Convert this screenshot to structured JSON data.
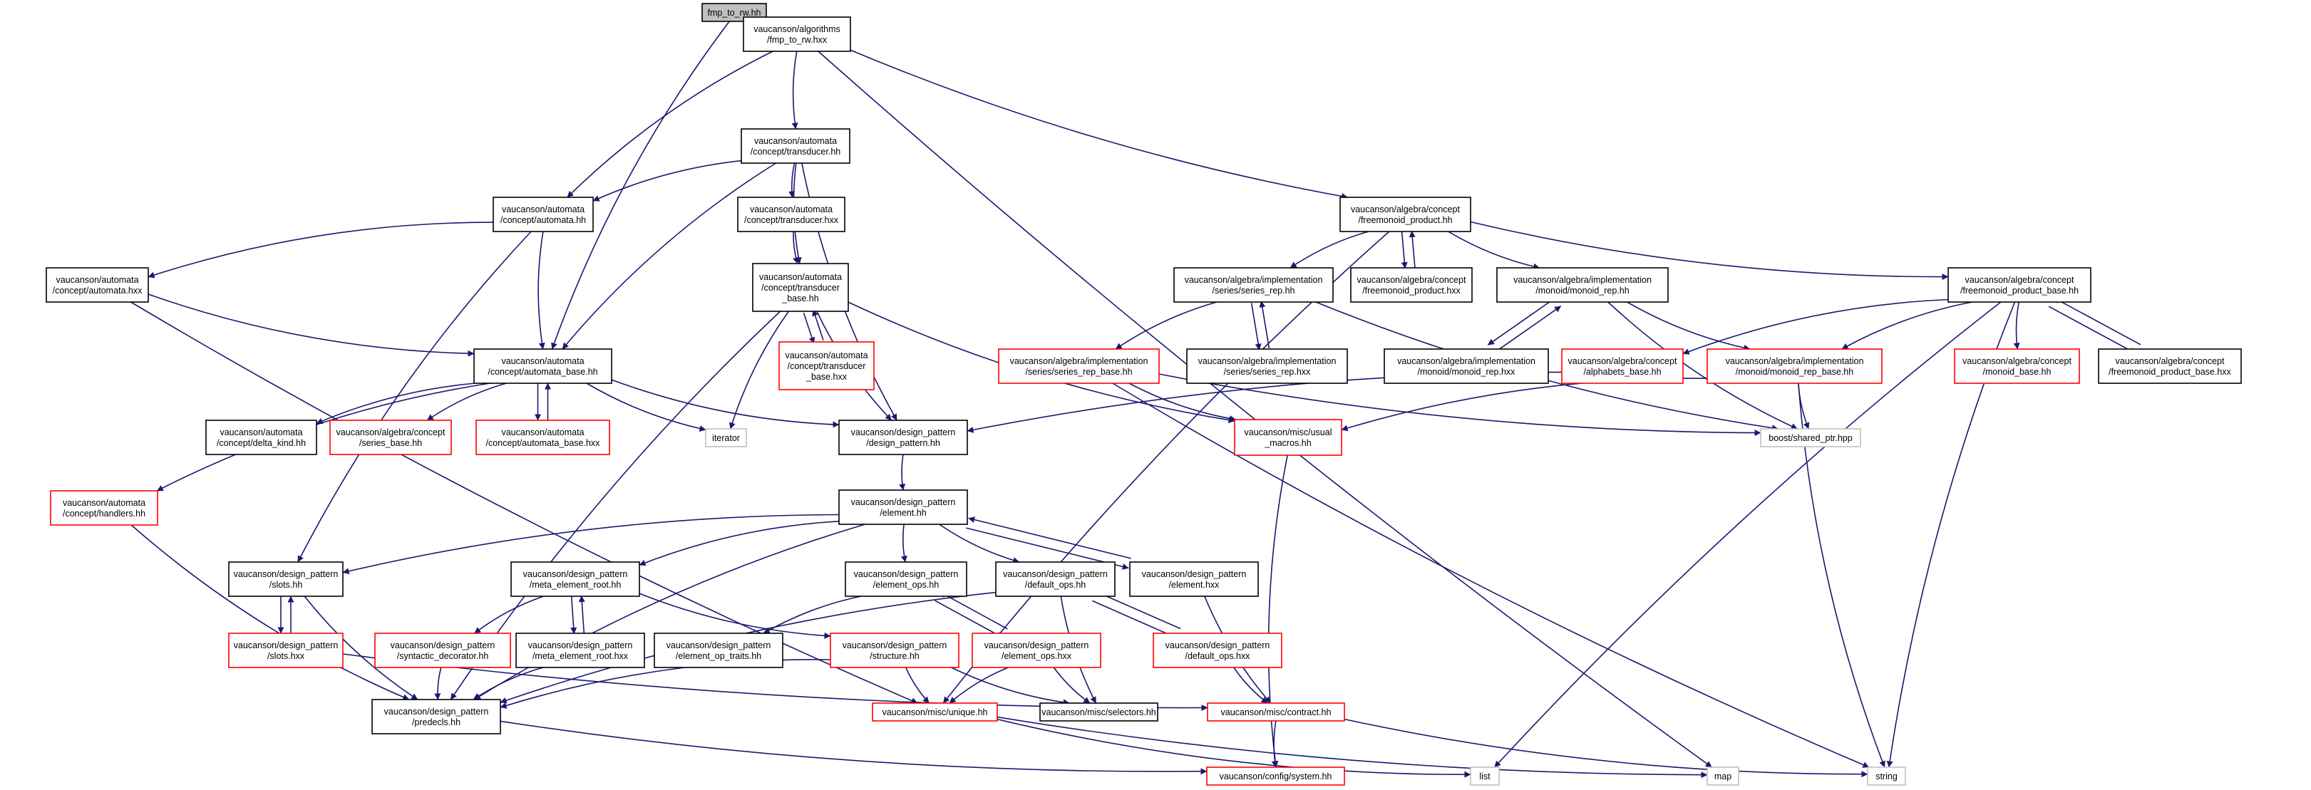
{
  "nodes": [
    {
      "id": "fmp_to_rw_hh",
      "lines": [
        "fmp_to_rw.hh"
      ],
      "style": "root"
    },
    {
      "id": "alg_fmp_hxx",
      "lines": [
        "vaucanson/algorithms",
        "/fmp_to_rw.hxx"
      ],
      "style": "normal"
    },
    {
      "id": "transducer_hh",
      "lines": [
        "vaucanson/automata",
        "/concept/transducer.hh"
      ],
      "style": "normal"
    },
    {
      "id": "automata_hh",
      "lines": [
        "vaucanson/automata",
        "/concept/automata.hh"
      ],
      "style": "normal"
    },
    {
      "id": "transducer_hxx",
      "lines": [
        "vaucanson/automata",
        "/concept/transducer.hxx"
      ],
      "style": "normal"
    },
    {
      "id": "automata_hxx",
      "lines": [
        "vaucanson/automata",
        "/concept/automata.hxx"
      ],
      "style": "normal"
    },
    {
      "id": "transducer_base_hh",
      "lines": [
        "vaucanson/automata",
        "/concept/transducer",
        "_base.hh"
      ],
      "style": "normal"
    },
    {
      "id": "transducer_base_hxx",
      "lines": [
        "vaucanson/automata",
        "/concept/transducer",
        "_base.hxx"
      ],
      "style": "red"
    },
    {
      "id": "automata_base_hh",
      "lines": [
        "vaucanson/automata",
        "/concept/automata_base.hh"
      ],
      "style": "normal"
    },
    {
      "id": "delta_kind_hh",
      "lines": [
        "vaucanson/automata",
        "/concept/delta_kind.hh"
      ],
      "style": "normal"
    },
    {
      "id": "series_base_hh",
      "lines": [
        "vaucanson/algebra/concept",
        "/series_base.hh"
      ],
      "style": "red"
    },
    {
      "id": "automata_base_hxx",
      "lines": [
        "vaucanson/automata",
        "/concept/automata_base.hxx"
      ],
      "style": "red"
    },
    {
      "id": "iterator",
      "lines": [
        "iterator"
      ],
      "style": "gray"
    },
    {
      "id": "dp_design_pattern_hh",
      "lines": [
        "vaucanson/design_pattern",
        "/design_pattern.hh"
      ],
      "style": "normal"
    },
    {
      "id": "handlers_hh",
      "lines": [
        "vaucanson/automata",
        "/concept/handlers.hh"
      ],
      "style": "red"
    },
    {
      "id": "element_hh",
      "lines": [
        "vaucanson/design_pattern",
        "/element.hh"
      ],
      "style": "normal"
    },
    {
      "id": "slots_hh",
      "lines": [
        "vaucanson/design_pattern",
        "/slots.hh"
      ],
      "style": "normal"
    },
    {
      "id": "slots_hxx",
      "lines": [
        "vaucanson/design_pattern",
        "/slots.hxx"
      ],
      "style": "red"
    },
    {
      "id": "meta_element_root_hh",
      "lines": [
        "vaucanson/design_pattern",
        "/meta_element_root.hh"
      ],
      "style": "normal"
    },
    {
      "id": "syntactic_decorator_hh",
      "lines": [
        "vaucanson/design_pattern",
        "/syntactic_decorator.hh"
      ],
      "style": "red"
    },
    {
      "id": "meta_element_root_hxx",
      "lines": [
        "vaucanson/design_pattern",
        "/meta_element_root.hxx"
      ],
      "style": "normal"
    },
    {
      "id": "predecls_hh",
      "lines": [
        "vaucanson/design_pattern",
        "/predecls.hh"
      ],
      "style": "normal"
    },
    {
      "id": "element_ops_hh",
      "lines": [
        "vaucanson/design_pattern",
        "/element_ops.hh"
      ],
      "style": "normal"
    },
    {
      "id": "default_ops_hh",
      "lines": [
        "vaucanson/design_pattern",
        "/default_ops.hh"
      ],
      "style": "normal"
    },
    {
      "id": "element_hxx",
      "lines": [
        "vaucanson/design_pattern",
        "/element.hxx"
      ],
      "style": "normal"
    },
    {
      "id": "element_op_traits_hh",
      "lines": [
        "vaucanson/design_pattern",
        "/element_op_traits.hh"
      ],
      "style": "normal"
    },
    {
      "id": "structure_hh",
      "lines": [
        "vaucanson/design_pattern",
        "/structure.hh"
      ],
      "style": "red"
    },
    {
      "id": "element_ops_hxx",
      "lines": [
        "vaucanson/design_pattern",
        "/element_ops.hxx"
      ],
      "style": "red"
    },
    {
      "id": "default_ops_hxx",
      "lines": [
        "vaucanson/design_pattern",
        "/default_ops.hxx"
      ],
      "style": "red"
    },
    {
      "id": "unique_hh",
      "lines": [
        "vaucanson/misc/unique.hh"
      ],
      "style": "red"
    },
    {
      "id": "selectors_hh",
      "lines": [
        "vaucanson/misc/selectors.hh"
      ],
      "style": "normal"
    },
    {
      "id": "contract_hh",
      "lines": [
        "vaucanson/misc/contract.hh"
      ],
      "style": "red"
    },
    {
      "id": "system_hh",
      "lines": [
        "vaucanson/config/system.hh"
      ],
      "style": "red"
    },
    {
      "id": "list",
      "lines": [
        "list"
      ],
      "style": "gray"
    },
    {
      "id": "map",
      "lines": [
        "map"
      ],
      "style": "gray"
    },
    {
      "id": "string",
      "lines": [
        "string"
      ],
      "style": "gray"
    },
    {
      "id": "freemonoid_product_hh",
      "lines": [
        "vaucanson/algebra/concept",
        "/freemonoid_product.hh"
      ],
      "style": "normal"
    },
    {
      "id": "series_rep_hh",
      "lines": [
        "vaucanson/algebra/implementation",
        "/series/series_rep.hh"
      ],
      "style": "normal"
    },
    {
      "id": "freemonoid_product_hxx",
      "lines": [
        "vaucanson/algebra/concept",
        "/freemonoid_product.hxx"
      ],
      "style": "normal"
    },
    {
      "id": "monoid_rep_hh",
      "lines": [
        "vaucanson/algebra/implementation",
        "/monoid/monoid_rep.hh"
      ],
      "style": "normal"
    },
    {
      "id": "freemonoid_product_base_hh",
      "lines": [
        "vaucanson/algebra/concept",
        "/freemonoid_product_base.hh"
      ],
      "style": "normal"
    },
    {
      "id": "series_rep_base_hh",
      "lines": [
        "vaucanson/algebra/implementation",
        "/series/series_rep_base.hh"
      ],
      "style": "red"
    },
    {
      "id": "series_rep_hxx",
      "lines": [
        "vaucanson/algebra/implementation",
        "/series/series_rep.hxx"
      ],
      "style": "normal"
    },
    {
      "id": "monoid_rep_hxx",
      "lines": [
        "vaucanson/algebra/implementation",
        "/monoid/monoid_rep.hxx"
      ],
      "style": "normal"
    },
    {
      "id": "alphabets_base_hh",
      "lines": [
        "vaucanson/algebra/concept",
        "/alphabets_base.hh"
      ],
      "style": "red"
    },
    {
      "id": "monoid_rep_base_hh",
      "lines": [
        "vaucanson/algebra/implementation",
        "/monoid/monoid_rep_base.hh"
      ],
      "style": "red"
    },
    {
      "id": "monoid_base_hh",
      "lines": [
        "vaucanson/algebra/concept",
        "/monoid_base.hh"
      ],
      "style": "red"
    },
    {
      "id": "freemonoid_product_base_hxx",
      "lines": [
        "vaucanson/algebra/concept",
        "/freemonoid_product_base.hxx"
      ],
      "style": "normal"
    },
    {
      "id": "usual_macros_hh",
      "lines": [
        "vaucanson/misc/usual",
        "_macros.hh"
      ],
      "style": "red"
    },
    {
      "id": "shared_ptr_hpp",
      "lines": [
        "boost/shared_ptr.hpp"
      ],
      "style": "gray"
    }
  ],
  "edges": [
    [
      "fmp_to_rw_hh",
      "alg_fmp_hxx"
    ],
    [
      "fmp_to_rw_hh",
      "automata_base_hh"
    ],
    [
      "alg_fmp_hxx",
      "automata_hh"
    ],
    [
      "alg_fmp_hxx",
      "transducer_hh"
    ],
    [
      "alg_fmp_hxx",
      "freemonoid_product_hh"
    ],
    [
      "alg_fmp_hxx",
      "map"
    ],
    [
      "transducer_hh",
      "automata_hh"
    ],
    [
      "transducer_hh",
      "transducer_hxx"
    ],
    [
      "transducer_hh",
      "transducer_base_hh"
    ],
    [
      "transducer_hh",
      "automata_base_hh"
    ],
    [
      "transducer_hh",
      "dp_design_pattern_hh"
    ],
    [
      "automata_hh",
      "automata_hxx"
    ],
    [
      "automata_hh",
      "automata_base_hh"
    ],
    [
      "automata_hh",
      "slots_hh"
    ],
    [
      "transducer_hxx",
      "transducer_base_hh"
    ],
    [
      "automata_hxx",
      "automata_base_hh"
    ],
    [
      "automata_hxx",
      "unique_hh"
    ],
    [
      "transducer_base_hh",
      "transducer_base_hxx"
    ],
    [
      "transducer_base_hxx",
      "transducer_base_hh"
    ],
    [
      "transducer_base_hh",
      "iterator"
    ],
    [
      "transducer_base_hh",
      "dp_design_pattern_hh"
    ],
    [
      "transducer_base_hh",
      "predecls_hh"
    ],
    [
      "transducer_base_hh",
      "usual_macros_hh"
    ],
    [
      "automata_base_hh",
      "delta_kind_hh"
    ],
    [
      "automata_base_hh",
      "series_base_hh"
    ],
    [
      "automata_base_hh",
      "automata_base_hxx"
    ],
    [
      "automata_base_hxx",
      "automata_base_hh"
    ],
    [
      "automata_base_hh",
      "iterator"
    ],
    [
      "automata_base_hh",
      "dp_design_pattern_hh"
    ],
    [
      "automata_base_hh",
      "handlers_hh"
    ],
    [
      "handlers_hh",
      "predecls_hh"
    ],
    [
      "dp_design_pattern_hh",
      "element_hh"
    ],
    [
      "element_hh",
      "slots_hh"
    ],
    [
      "element_hh",
      "meta_element_root_hh"
    ],
    [
      "element_hh",
      "element_ops_hh"
    ],
    [
      "element_hh",
      "default_ops_hh"
    ],
    [
      "element_hh",
      "element_hxx"
    ],
    [
      "element_hxx",
      "element_hh"
    ],
    [
      "element_hh",
      "predecls_hh"
    ],
    [
      "slots_hh",
      "slots_hxx"
    ],
    [
      "slots_hxx",
      "slots_hh"
    ],
    [
      "slots_hh",
      "predecls_hh"
    ],
    [
      "slots_hxx",
      "contract_hh"
    ],
    [
      "meta_element_root_hh",
      "syntactic_decorator_hh"
    ],
    [
      "meta_element_root_hh",
      "meta_element_root_hxx"
    ],
    [
      "meta_element_root_hxx",
      "meta_element_root_hh"
    ],
    [
      "meta_element_root_hh",
      "structure_hh"
    ],
    [
      "syntactic_decorator_hh",
      "predecls_hh"
    ],
    [
      "meta_element_root_hxx",
      "predecls_hh"
    ],
    [
      "element_ops_hh",
      "element_op_traits_hh"
    ],
    [
      "element_ops_hh",
      "element_ops_hxx"
    ],
    [
      "element_ops_hxx",
      "element_ops_hh"
    ],
    [
      "default_ops_hh",
      "default_ops_hxx"
    ],
    [
      "default_ops_hxx",
      "default_ops_hh"
    ],
    [
      "default_ops_hh",
      "selectors_hh"
    ],
    [
      "default_ops_hh",
      "predecls_hh"
    ],
    [
      "element_hxx",
      "contract_hh"
    ],
    [
      "structure_hh",
      "unique_hh"
    ],
    [
      "structure_hh",
      "predecls_hh"
    ],
    [
      "structure_hh",
      "selectors_hh"
    ],
    [
      "element_ops_hxx",
      "unique_hh"
    ],
    [
      "element_ops_hxx",
      "selectors_hh"
    ],
    [
      "default_ops_hxx",
      "contract_hh"
    ],
    [
      "predecls_hh",
      "system_hh"
    ],
    [
      "unique_hh",
      "list"
    ],
    [
      "unique_hh",
      "map"
    ],
    [
      "contract_hh",
      "system_hh"
    ],
    [
      "contract_hh",
      "string"
    ],
    [
      "usual_macros_hh",
      "system_hh"
    ],
    [
      "freemonoid_product_hh",
      "series_rep_hh"
    ],
    [
      "freemonoid_product_hh",
      "freemonoid_product_hxx"
    ],
    [
      "freemonoid_product_hxx",
      "freemonoid_product_hh"
    ],
    [
      "freemonoid_product_hh",
      "monoid_rep_hh"
    ],
    [
      "freemonoid_product_hh",
      "freemonoid_product_base_hh"
    ],
    [
      "freemonoid_product_hh",
      "unique_hh"
    ],
    [
      "series_rep_hh",
      "series_rep_base_hh"
    ],
    [
      "series_rep_hh",
      "series_rep_hxx"
    ],
    [
      "series_rep_hxx",
      "series_rep_hh"
    ],
    [
      "series_rep_hh",
      "shared_ptr_hpp"
    ],
    [
      "series_rep_base_hh",
      "usual_macros_hh"
    ],
    [
      "series_rep_base_hh",
      "shared_ptr_hpp"
    ],
    [
      "series_rep_base_hh",
      "string"
    ],
    [
      "monoid_rep_hh",
      "monoid_rep_hxx"
    ],
    [
      "monoid_rep_hxx",
      "monoid_rep_hh"
    ],
    [
      "monoid_rep_hh",
      "monoid_rep_base_hh"
    ],
    [
      "monoid_rep_hh",
      "shared_ptr_hpp"
    ],
    [
      "monoid_rep_base_hh",
      "usual_macros_hh"
    ],
    [
      "monoid_rep_base_hh",
      "shared_ptr_hpp"
    ],
    [
      "monoid_rep_base_hh",
      "string"
    ],
    [
      "freemonoid_product_base_hh",
      "alphabets_base_hh"
    ],
    [
      "freemonoid_product_base_hh",
      "monoid_rep_base_hh"
    ],
    [
      "freemonoid_product_base_hh",
      "monoid_base_hh"
    ],
    [
      "freemonoid_product_base_hh",
      "freemonoid_product_base_hxx"
    ],
    [
      "freemonoid_product_base_hxx",
      "freemonoid_product_base_hh"
    ],
    [
      "freemonoid_product_base_hh",
      "list"
    ],
    [
      "freemonoid_product_base_hh",
      "string"
    ],
    [
      "alphabets_base_hh",
      "dp_design_pattern_hh"
    ]
  ]
}
